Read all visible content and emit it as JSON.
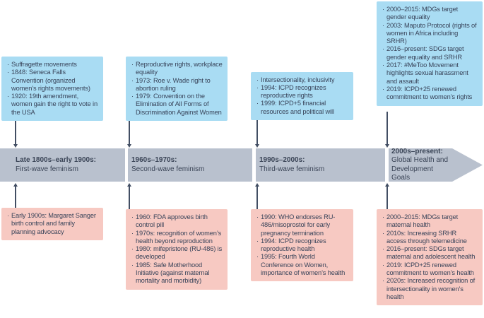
{
  "figure": {
    "type": "timeline-diagram",
    "orientation": "horizontal",
    "colors": {
      "rights_box": "#a9dcf3",
      "health_box": "#f7c9c2",
      "bar": "#b9c1ce",
      "text": "#39445a",
      "arrow": "#424e63"
    }
  },
  "timeline": {
    "segments": [
      {
        "period": "Late 1800s–early 1900s:",
        "label": "First-wave feminism"
      },
      {
        "period": "1960s–1970s:",
        "label": "Second-wave feminism"
      },
      {
        "period": "1990s–2000s:",
        "label": "Third-wave feminism"
      },
      {
        "period": "2000s–present:",
        "label": "Global Health and Development Goals"
      }
    ]
  },
  "top_boxes": [
    {
      "items": [
        "Suffragette movements",
        "1848: Seneca Falls Convention (organized women’s rights movements)",
        "1920: 19th amendment, women gain the right to vote in the USA"
      ]
    },
    {
      "items": [
        "Reproductive rights, workplace equality",
        "1973: Roe v. Wade right to abortion ruling",
        "1979: Convention on the Elimination of All Forms of Discrimination Against Women"
      ]
    },
    {
      "items": [
        "Intersectionality, inclusivity",
        "1994: ICPD recognizes reproductive rights",
        "1999: ICPD+5 financial resources and political will"
      ]
    },
    {
      "items": [
        "2000–2015: MDGs target gender equality",
        "2003: Maputo Protocol (rights of women in Africa including SRHR)",
        "2016–present: SDGs target gender equality and SRHR",
        "2017: #MeToo Movement highlights sexual harassment and assault",
        "2019: ICPD+25 renewed commitment to women’s rights"
      ]
    }
  ],
  "bottom_boxes": [
    {
      "items": [
        "Early 1900s: Margaret Sanger birth control and family planning advocacy"
      ]
    },
    {
      "items": [
        "1960: FDA approves birth control pill",
        "1970s: recognition of women’s health beyond reproduction",
        "1980: mifepristone (RU-486) is developed",
        "1985: Safe Motherhood Initiative (against maternal mortality and morbidity)"
      ]
    },
    {
      "items": [
        "1990: WHO endorses RU-486/misoprostol for early pregnancy termination",
        "1994: ICPD recognizes reproductive health",
        "1995: Fourth World Conference on Women, importance of women’s health"
      ]
    },
    {
      "items": [
        "2000–2015: MDGs target maternal health",
        "2010s: Increasing SRHR access through telemedicine",
        "2016–present: SDGs target maternal and adolescent health",
        "2019: ICPD+25 renewed commitment to women’s health",
        "2020s: Increased recognition of intersectionality in women’s health"
      ]
    }
  ]
}
